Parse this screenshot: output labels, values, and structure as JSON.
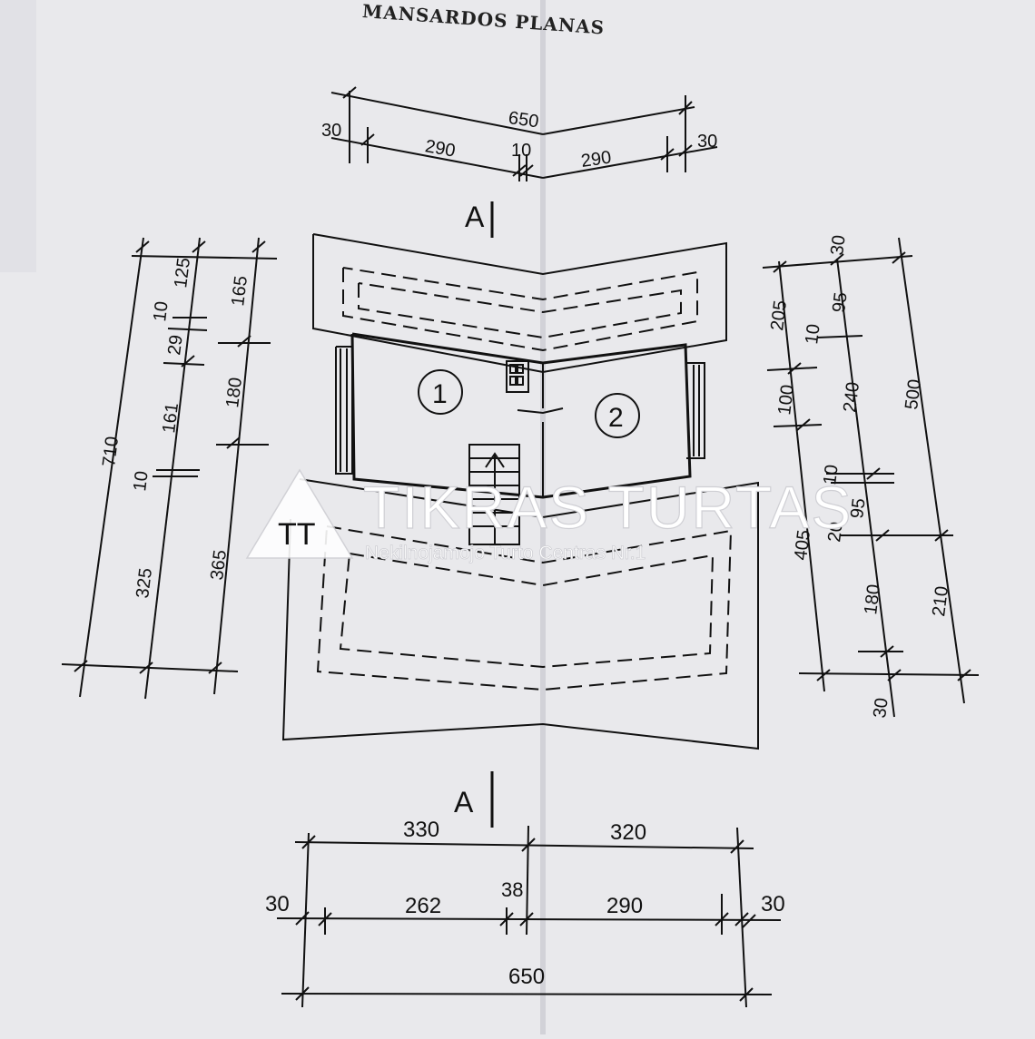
{
  "title": "MANSARDOS PLANAS",
  "section_mark": "A",
  "rooms": [
    "1",
    "2"
  ],
  "watermark": {
    "logo_letters": "TT",
    "name": "TIKRAS TURTAS",
    "tagline": "Nekilnojamojo Turto Centras Nr.1"
  },
  "top_dims": {
    "overall": "650",
    "left_wall": "30",
    "left_span": "290",
    "middle": "10",
    "right_span": "290",
    "right_wall": "30"
  },
  "bottom_dims": {
    "left_total": "330",
    "right_total": "320",
    "left_wall": "30",
    "left_span": "262",
    "middle": "38",
    "right_span": "290",
    "right_wall": "30",
    "overall": "650"
  },
  "left_dims": {
    "overall": "710",
    "seg_a": "125",
    "seg_b": "10",
    "seg_c": "29",
    "seg_d": "161",
    "seg_e": "10",
    "seg_f": "325",
    "mid_a": "165",
    "mid_b": "180",
    "mid_c": "365"
  },
  "right_dims": {
    "top_wall": "30",
    "seg_a": "205",
    "seg_b": "10",
    "seg_c": "95",
    "seg_d": "100",
    "seg_e": "240",
    "seg_f": "10",
    "seg_g": "95",
    "seg_h": "20",
    "seg_i": "405",
    "seg_j": "180",
    "seg_k": "210",
    "overall": "500",
    "bottom_wall": "30"
  },
  "colors": {
    "paper": "#e9e9ec",
    "ink": "#111111",
    "watermark": "#ffffff"
  }
}
